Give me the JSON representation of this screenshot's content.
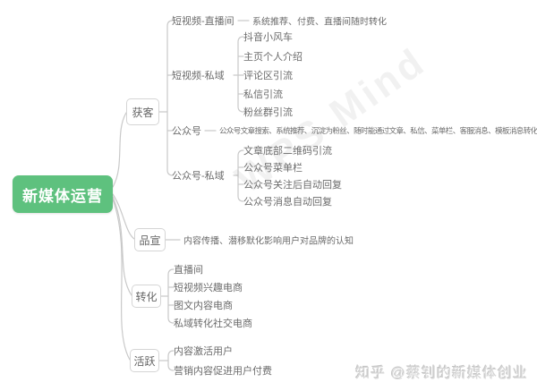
{
  "root": {
    "label": "新媒体运营"
  },
  "colors": {
    "root_bg": "#5ec17e",
    "line": "#c9c9c9",
    "text": "#6b6b6b"
  },
  "branches": {
    "huoke": {
      "label": "获客",
      "children": {
        "sv_live": {
          "label": "短视频-直播间",
          "note": "系统推荐、付费、直播间随时转化"
        },
        "sv_private": {
          "label": "短视频-私域",
          "items": [
            "抖音小风车",
            "主页个人介绍",
            "评论区引流",
            "私信引流",
            "粉丝群引流"
          ]
        },
        "gzh": {
          "label": "公众号",
          "note": "公众号文章搜索、系统推荐、沉淀为粉丝、随时能通过文章、私信、菜单栏、客服消息、模板消息转化"
        },
        "gzh_private": {
          "label": "公众号-私域",
          "items": [
            "文章底部二维码引流",
            "公众号菜单栏",
            "公众号关注后自动回复",
            "公众号消息自动回复"
          ]
        }
      }
    },
    "pinxuan": {
      "label": "品宣",
      "note": "内容传播、潜移默化影响用户对品牌的认知"
    },
    "zhuanhua": {
      "label": "转化",
      "items": [
        "直播间",
        "短视频兴趣电商",
        "图文内容电商",
        "私域转化社交电商"
      ]
    },
    "huoyue": {
      "label": "活跃",
      "items": [
        "内容激活用户",
        "营销内容促进用户付费"
      ]
    }
  },
  "watermark": "WPS Mind",
  "credit": "知乎 @蔡钊的新媒体创业"
}
